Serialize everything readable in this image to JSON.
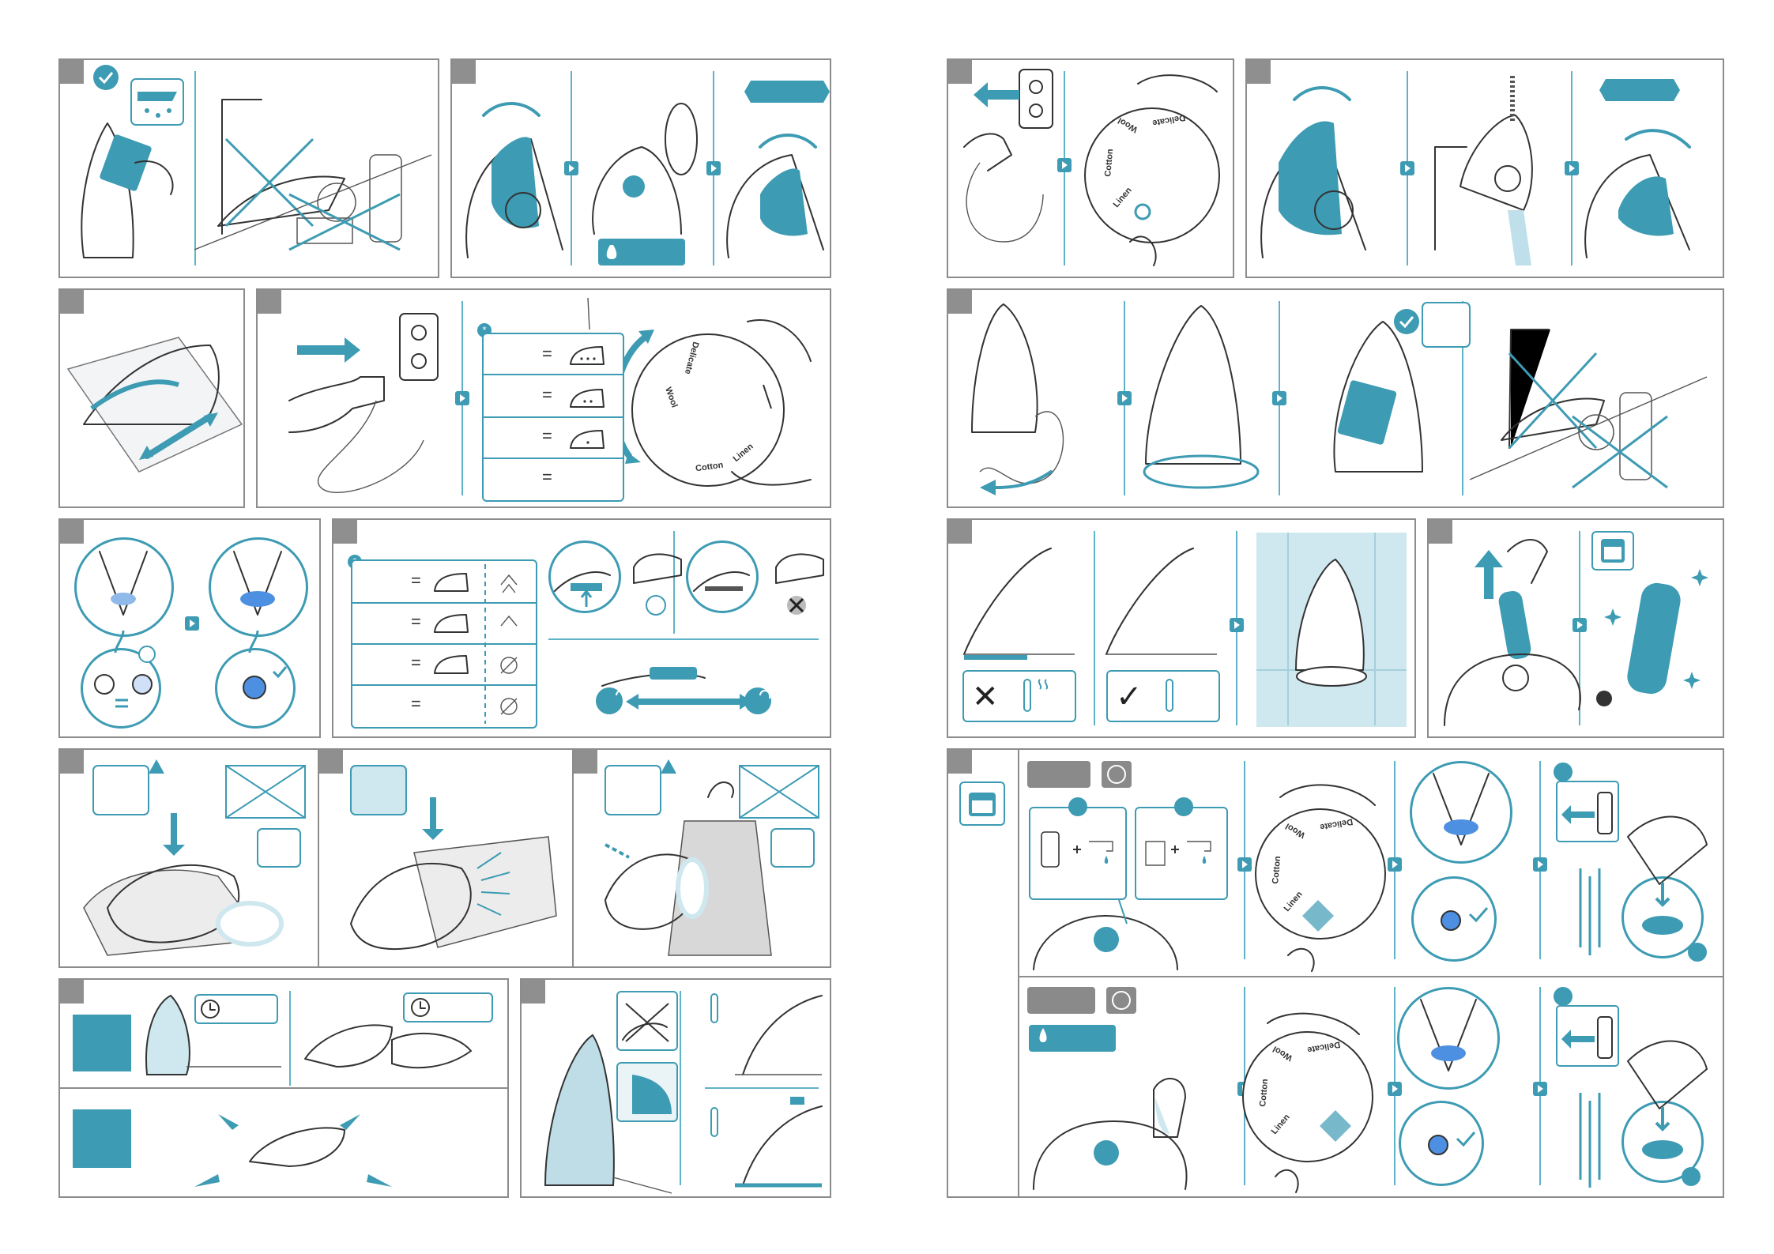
{
  "dial": {
    "labels": [
      "Cotton",
      "Linen",
      "Wool",
      "Delicate"
    ]
  },
  "settings_table": {
    "rows": [
      "=",
      "=",
      "=",
      "="
    ]
  },
  "icons": [
    "check-icon",
    "cloth-icon",
    "water-drop-icon",
    "plug-icon",
    "socket-icon",
    "clock-icon",
    "calendar-icon",
    "lamp-icon",
    "thermometer-icon",
    "snowflake-icon",
    "lock-icon",
    "unlock-icon",
    "warning-icon",
    "tap-icon",
    "bottle-icon",
    "cross-icon"
  ],
  "colors": {
    "accent": "#3d9bb3",
    "panel_border": "#8c8c8c",
    "step_badge": "#8f8f8f"
  }
}
